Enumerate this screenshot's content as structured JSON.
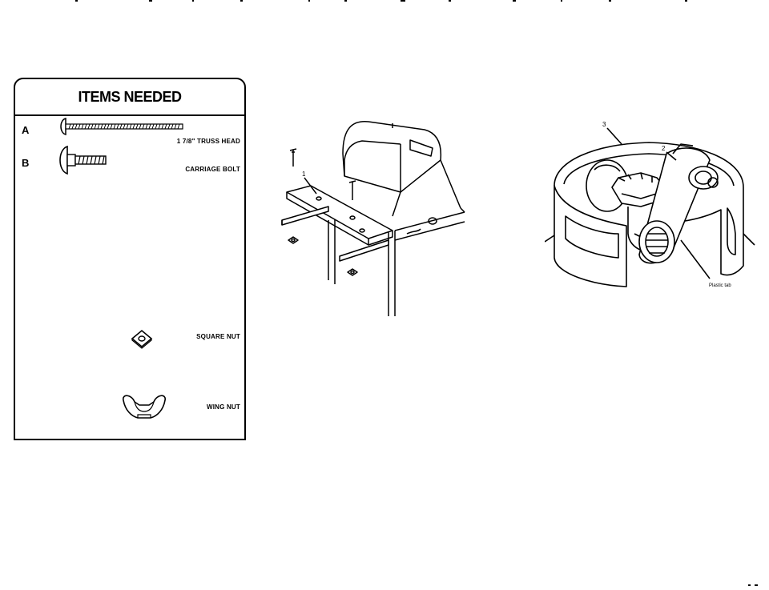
{
  "items_needed": {
    "title": "ITEMS NEEDED",
    "parts": [
      {
        "letter": "A",
        "label": "1 7/8\" TRUSS HEAD",
        "icon": "truss-head-bolt-icon"
      },
      {
        "letter": "B",
        "label": "CARRIAGE BOLT",
        "icon": "carriage-bolt-icon"
      },
      {
        "letter": "",
        "label": "SQUARE NUT",
        "icon": "square-nut-icon"
      },
      {
        "letter": "",
        "label": "WING NUT",
        "icon": "wing-nut-icon"
      }
    ]
  },
  "figure_grill": {
    "callout": "1"
  },
  "figure_tank": {
    "callouts": [
      "3",
      "2"
    ],
    "plastic_tab_label": "Plastic tab"
  }
}
